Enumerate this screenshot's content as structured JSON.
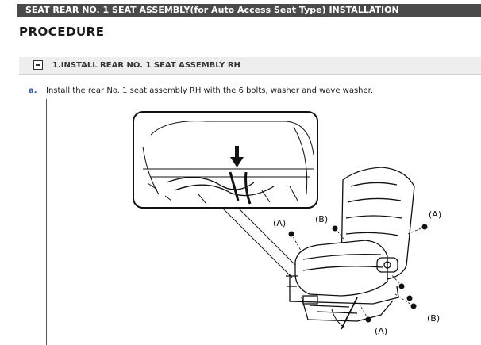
{
  "header": {
    "title": "SEAT  REAR NO. 1 SEAT ASSEMBLY(for Auto Access Seat Type)  INSTALLATION"
  },
  "procedure": {
    "heading": "PROCEDURE"
  },
  "step": {
    "title": "1.INSTALL REAR NO. 1 SEAT ASSEMBLY RH"
  },
  "instruction": {
    "marker": "a.",
    "text": "Install the rear No. 1 seat assembly RH with the 6 bolts, washer and wave washer."
  },
  "illustration": {
    "callouts": [
      "(A)",
      "(B)",
      "(A)",
      "(B)",
      "(A)"
    ]
  }
}
